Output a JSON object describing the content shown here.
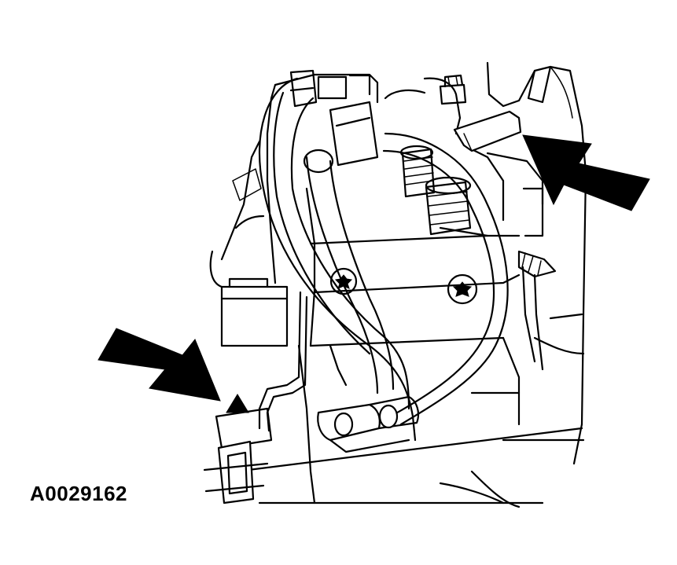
{
  "figure": {
    "code": "A0029162",
    "colors": {
      "line": "#000000",
      "background": "#ffffff"
    },
    "callouts": [
      {
        "name": "upper-right-arrow",
        "icon": "arrow-icon",
        "points_to": "hose-clamp"
      },
      {
        "name": "lower-left-arrow",
        "icon": "arrow-icon",
        "points_to": "bracket-retaining-clip"
      }
    ]
  }
}
